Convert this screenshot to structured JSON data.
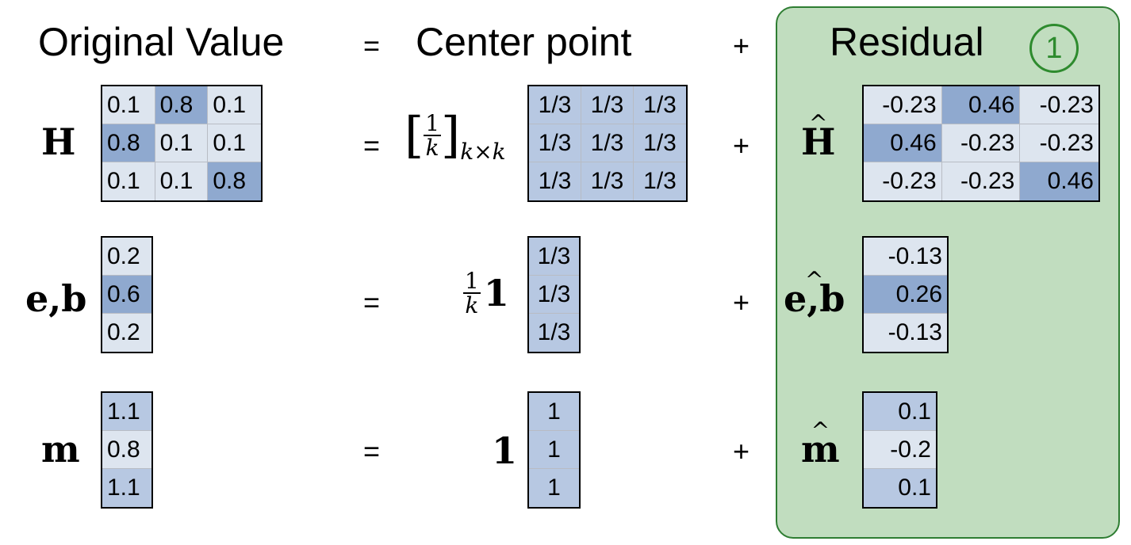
{
  "headers": {
    "original": "Original Value",
    "eq": "=",
    "center": "Center point",
    "plus": "+",
    "residual": "Residual",
    "badge": "1"
  },
  "colors": {
    "light": "#dde5ef",
    "dark": "#8fa9cf",
    "mid": "#b7c8e2",
    "panel": "#c1ddbf",
    "panel_border": "#2e7d32"
  },
  "rows": [
    {
      "id": "H",
      "symbol": "H",
      "residual_symbol": "H",
      "center_prefix": {
        "frac_num": "1",
        "frac_den": "k",
        "subscript": "k×k"
      },
      "original": [
        [
          "0.1",
          "0.8",
          "0.1"
        ],
        [
          "0.8",
          "0.1",
          "0.1"
        ],
        [
          "0.1",
          "0.1",
          "0.8"
        ]
      ],
      "original_shade": [
        [
          "light",
          "dark",
          "light"
        ],
        [
          "dark",
          "light",
          "light"
        ],
        [
          "light",
          "light",
          "dark"
        ]
      ],
      "center": [
        [
          "1/3",
          "1/3",
          "1/3"
        ],
        [
          "1/3",
          "1/3",
          "1/3"
        ],
        [
          "1/3",
          "1/3",
          "1/3"
        ]
      ],
      "residual": [
        [
          "-0.23",
          "0.46",
          "-0.23"
        ],
        [
          "0.46",
          "-0.23",
          "-0.23"
        ],
        [
          "-0.23",
          "-0.23",
          "0.46"
        ]
      ],
      "residual_shade": [
        [
          "light",
          "dark",
          "light"
        ],
        [
          "dark",
          "light",
          "light"
        ],
        [
          "light",
          "light",
          "dark"
        ]
      ]
    },
    {
      "id": "eb",
      "symbol": "e,b",
      "residual_symbol": "e,b",
      "center_prefix": {
        "frac_num": "1",
        "frac_den": "k",
        "one": "1"
      },
      "original": [
        [
          "0.2"
        ],
        [
          "0.6"
        ],
        [
          "0.2"
        ]
      ],
      "original_shade": [
        [
          "light"
        ],
        [
          "dark"
        ],
        [
          "light"
        ]
      ],
      "center": [
        [
          "1/3"
        ],
        [
          "1/3"
        ],
        [
          "1/3"
        ]
      ],
      "residual": [
        [
          "-0.13"
        ],
        [
          "0.26"
        ],
        [
          "-0.13"
        ]
      ],
      "residual_shade": [
        [
          "light"
        ],
        [
          "dark"
        ],
        [
          "light"
        ]
      ]
    },
    {
      "id": "m",
      "symbol": "m",
      "residual_symbol": "m",
      "center_prefix": {
        "one": "1"
      },
      "original": [
        [
          "1.1"
        ],
        [
          "0.8"
        ],
        [
          "1.1"
        ]
      ],
      "original_shade": [
        [
          "mid"
        ],
        [
          "light"
        ],
        [
          "mid"
        ]
      ],
      "center": [
        [
          "1"
        ],
        [
          "1"
        ],
        [
          "1"
        ]
      ],
      "residual": [
        [
          "0.1"
        ],
        [
          "-0.2"
        ],
        [
          "0.1"
        ]
      ],
      "residual_shade": [
        [
          "mid"
        ],
        [
          "light"
        ],
        [
          "mid"
        ]
      ]
    }
  ]
}
